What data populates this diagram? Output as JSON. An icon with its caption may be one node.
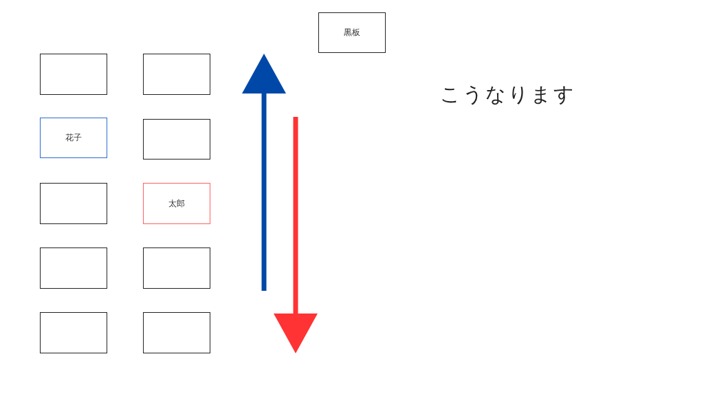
{
  "diagram": {
    "nodes": [
      {
        "text": [
          "黒板"
        ]
      },
      {
        "text": [],
        "shape": "box"
      },
      {
        "text": [],
        "shape": "box"
      },
      {
        "text": [
          "花子"
        ]
      },
      {
        "text": [],
        "shape": "box"
      },
      {
        "text": [],
        "shape": "box"
      },
      {
        "text": [
          "太郎"
        ]
      },
      {
        "text": [],
        "shape": "box"
      },
      {
        "text": [],
        "shape": "box"
      },
      {
        "text": [],
        "shape": "box"
      },
      {
        "text": [],
        "shape": "box"
      }
    ],
    "labels": [
      "こうなります"
    ]
  }
}
